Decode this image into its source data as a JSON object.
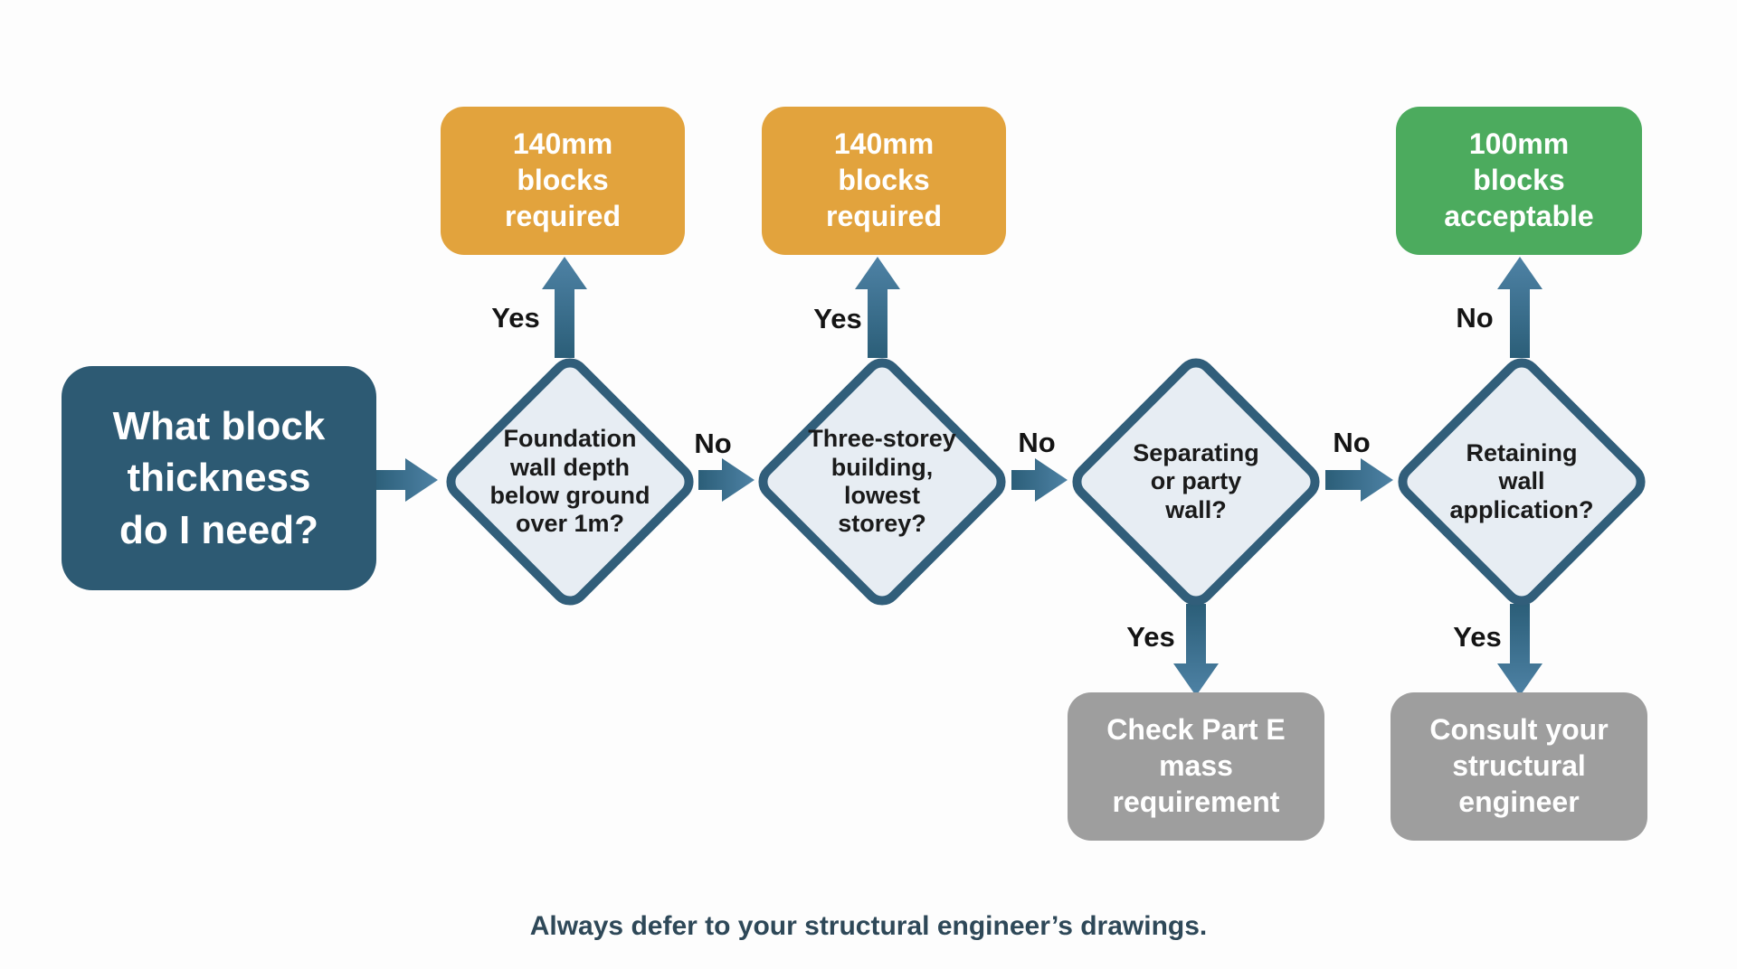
{
  "title": "Block thickness decision flowchart",
  "colors": {
    "background": "#fdfdfd",
    "start_box": "#2d5a73",
    "diamond_fill": "#e7edf3",
    "diamond_border": "#315e7a",
    "outcome_orange": "#e2a33d",
    "outcome_green": "#4cab5e",
    "outcome_gray": "#9e9e9e",
    "arrow_dark": "#2b5e78",
    "arrow_light": "#4e82a5",
    "label_text": "#141414",
    "footer_text": "#2e4858",
    "node_text_light": "#ffffff",
    "decision_text": "#1a1a1a"
  },
  "flowchart": {
    "start": {
      "id": "start",
      "label": "What block\nthickness\ndo I need?"
    },
    "decisions": [
      {
        "id": "decision-1",
        "label": "Foundation\nwall depth\nbelow ground\nover 1m?"
      },
      {
        "id": "decision-2",
        "label": "Three-storey\nbuilding,\nlowest\nstorey?"
      },
      {
        "id": "decision-3",
        "label": "Separating\nor party\nwall?"
      },
      {
        "id": "decision-4",
        "label": "Retaining\nwall\napplication?"
      }
    ],
    "outcomes": [
      {
        "id": "outcome-140-1",
        "label": "140mm\nblocks\nrequired",
        "color_name": "orange",
        "color": "#e2a33d"
      },
      {
        "id": "outcome-140-2",
        "label": "140mm\nblocks\nrequired",
        "color_name": "orange",
        "color": "#e2a33d"
      },
      {
        "id": "outcome-100",
        "label": "100mm\nblocks\nacceptable",
        "color_name": "green",
        "color": "#4cab5e"
      },
      {
        "id": "outcome-part-e",
        "label": "Check Part E\nmass\nrequirement",
        "color_name": "gray",
        "color": "#9e9e9e"
      },
      {
        "id": "outcome-engineer",
        "label": "Consult your\nstructural\nengineer",
        "color_name": "gray",
        "color": "#9e9e9e"
      }
    ],
    "edges": [
      {
        "from": "start",
        "to": "decision-1",
        "label": "",
        "direction": "right"
      },
      {
        "from": "decision-1",
        "to": "outcome-140-1",
        "label": "Yes",
        "direction": "up"
      },
      {
        "from": "decision-1",
        "to": "decision-2",
        "label": "No",
        "direction": "right"
      },
      {
        "from": "decision-2",
        "to": "outcome-140-2",
        "label": "Yes",
        "direction": "up"
      },
      {
        "from": "decision-2",
        "to": "decision-3",
        "label": "No",
        "direction": "right"
      },
      {
        "from": "decision-3",
        "to": "outcome-part-e",
        "label": "Yes",
        "direction": "down"
      },
      {
        "from": "decision-3",
        "to": "decision-4",
        "label": "No",
        "direction": "right"
      },
      {
        "from": "decision-4",
        "to": "outcome-100",
        "label": "No",
        "direction": "up"
      },
      {
        "from": "decision-4",
        "to": "outcome-engineer",
        "label": "Yes",
        "direction": "down"
      }
    ]
  },
  "footer": {
    "note": "Always defer to your structural engineer’s drawings."
  }
}
